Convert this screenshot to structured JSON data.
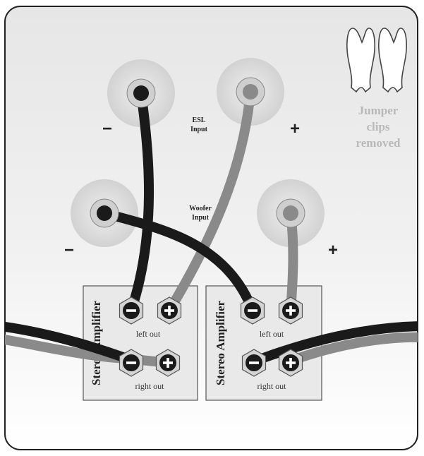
{
  "colors": {
    "panel_top": "#e8e8e8",
    "panel_bottom": "#ffffff",
    "cable_black": "#1a1a1a",
    "cable_gray": "#8a8a8a",
    "post_halo": "#d9d9d9",
    "jumper_text": "#b9b9b9"
  },
  "speaker": {
    "esl_input": {
      "line1": "ESL",
      "line2": "Input"
    },
    "woofer_input": {
      "line1": "Woofer",
      "line2": "Input"
    },
    "minus": "−",
    "plus": "+"
  },
  "jumper": {
    "line1": "Jumper",
    "line2": "clips",
    "line3": "removed",
    "icon": "jumper-clip-icon"
  },
  "amplifiers": [
    {
      "label": "Stereo Amplifier",
      "left_out": "left out",
      "right_out": "right out"
    },
    {
      "label": "Stereo Amplifier",
      "left_out": "left out",
      "right_out": "right out"
    }
  ],
  "terminal_icons": {
    "negative": "minus-icon",
    "positive": "plus-icon"
  }
}
